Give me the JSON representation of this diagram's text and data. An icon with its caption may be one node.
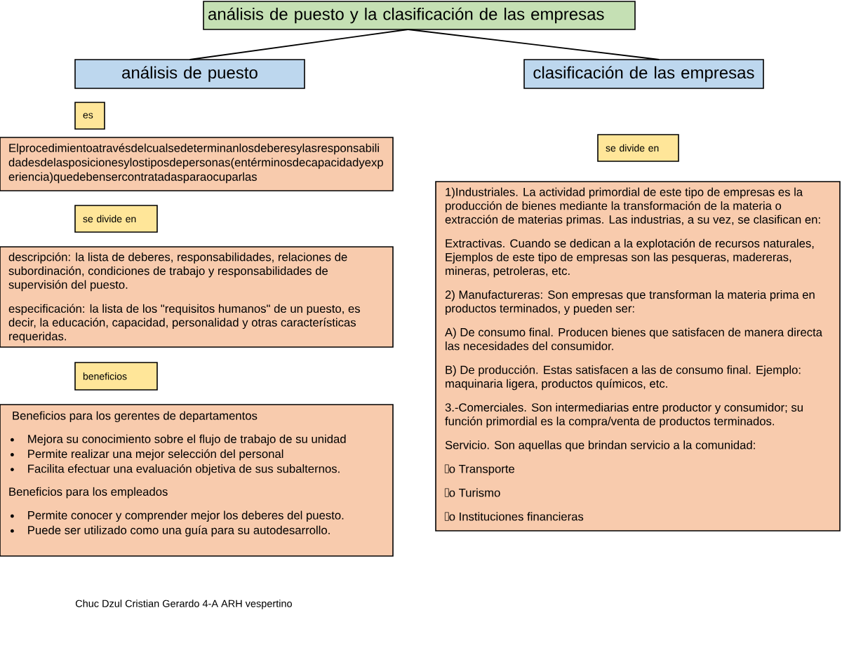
{
  "diagram": {
    "nodes": [
      {
        "text": [
          "análisis de puesto y la clasificación de las empresas"
        ]
      },
      {
        "text": [
          "análisis de puesto"
        ]
      },
      {
        "text": [
          "clasificación de las empresas"
        ]
      },
      {
        "text": [
          "es"
        ]
      },
      {
        "text": [
          "Elprocedimientoatravésdelcualsedeterminanlosdeberesylasresponsabilidadesdelasposicionesylostiposdepersonas(entérminosdecapacidadyexperiencia)quedebensercontratadasparaocuparlas"
        ]
      },
      {
        "text": [
          "se divide en"
        ]
      },
      {
        "text": [
          "descripción: la lista de deberes, responsabilidades, relaciones de subordinación, condiciones de trabajo y responsabilidades de supervisión del puesto.",
          "especificación: la lista de los \"requisitos humanos\" de un puesto, es decir, la educación, capacidad, personalidad y otras características requeridas."
        ]
      },
      {
        "text": [
          "beneficios"
        ]
      },
      {
        "text": [
          "Beneficios para los gerentes de departamentos",
          "Mejora su conocimiento sobre el flujo de trabajo de su unidad",
          "Permite realizar una mejor selección del personal",
          "Facilita efectuar una evaluación objetiva de sus subalternos.",
          "Beneficios para los empleados",
          "Permite conocer y comprender mejor los deberes del puesto.",
          "Puede ser utilizado como una guía para su autodesarrollo."
        ]
      },
      {
        "text": [
          "se divide en"
        ]
      },
      {
        "text": [
          "1)Industriales. La actividad primordial de este tipo de empresas es la producción de bienes mediante la transformación de la materia o extracción de materias primas. Las industrias, a su vez, se clasifican en:",
          "Extractivas. Cuando se dedican a la explotación de recursos naturales, Ejemplos de este tipo de empresas son las pesqueras, madereras, mineras, petroleras, etc.",
          "2) Manufactureras: Son empresas que transforman la materia prima en productos terminados, y pueden ser:",
          "A) De consumo final. Producen bienes que satisfacen de manera directa las necesidades del consumidor.",
          "B) De producción. Estas satisfacen a las de consumo final. Ejemplo: maquinaria ligera, productos químicos, etc.",
          "3.-Comerciales. Son intermediarias entre productor y consumidor; su función primordial es la compra/venta de productos terminados.",
          "Servicio. Son aquellas que brindan servicio a la comunidad:",
          "o Transporte",
          "o Turismo",
          "o Instituciones financieras"
        ]
      }
    ],
    "edges": [
      {
        "from": 0,
        "to": 1,
        "arrow": "none"
      },
      {
        "from": 0,
        "to": 2,
        "arrow": "none"
      }
    ],
    "labels": [
      "Chuc Dzul Cristian Gerardo 4-A ARH vespertino"
    ]
  }
}
